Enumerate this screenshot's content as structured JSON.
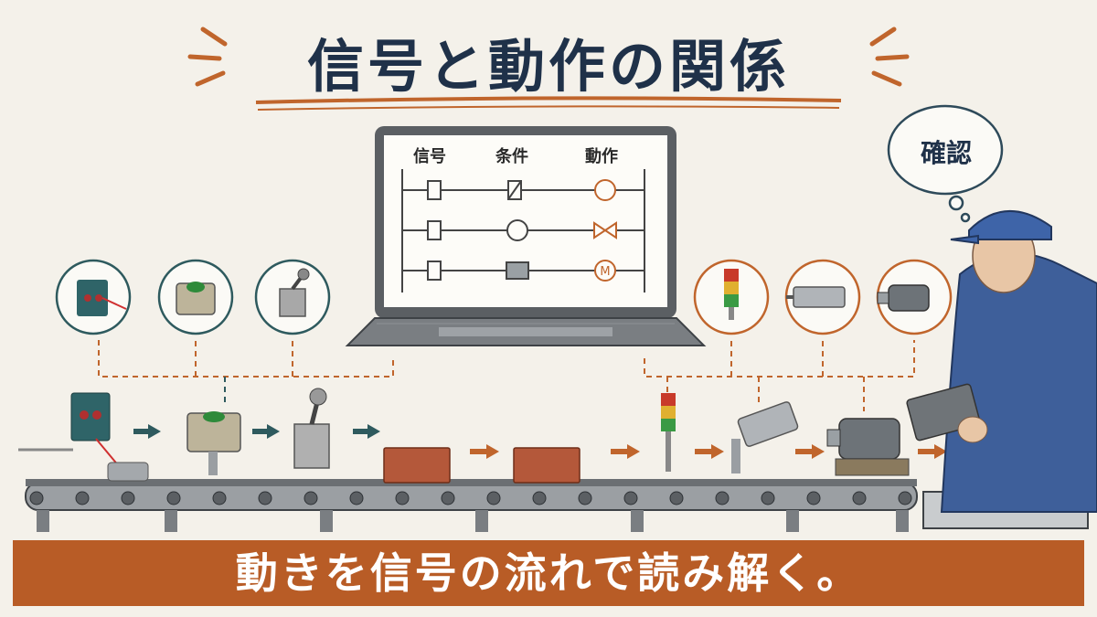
{
  "title": "信号と動作の関係",
  "footer": "動きを信号の流れで読み解く。",
  "ladder": {
    "headers": [
      "信号",
      "条件",
      "動作"
    ]
  },
  "thought_bubble": "確認",
  "colors": {
    "title": "#1f3149",
    "accent": "#b85c26",
    "input_ring": "#2e5a5e",
    "output_ring": "#c0652c",
    "box": "#b4583a"
  },
  "icons": {
    "inputs": [
      "photo-sensor-icon",
      "push-button-icon",
      "limit-switch-icon"
    ],
    "outputs": [
      "stack-light-icon",
      "air-cylinder-icon",
      "motor-icon"
    ]
  }
}
